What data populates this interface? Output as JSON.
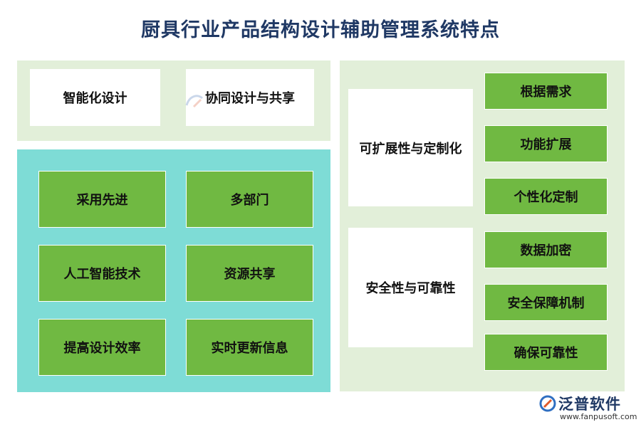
{
  "title": "厨具行业产品结构设计辅助管理系统特点",
  "top_left": {
    "items": [
      "智能化设计",
      "协同设计与共享"
    ]
  },
  "teal_grid": {
    "items": [
      "采用先进",
      "多部门",
      "人工智能技术",
      "资源共享",
      "提高设计效率",
      "实时更新信息"
    ]
  },
  "right": {
    "groups": [
      {
        "label": "可扩展性与定制化",
        "children": [
          "根据需求",
          "功能扩展",
          "个性化定制"
        ]
      },
      {
        "label": "安全性与可靠性",
        "children": [
          "数据加密",
          "安全保障机制",
          "确保可靠性"
        ]
      }
    ]
  },
  "logo": {
    "name": "泛普软件",
    "url": "www.fanpusoft.com"
  },
  "colors": {
    "title": "#1f3864",
    "panel_light": "#e2efd9",
    "panel_teal": "#7edcd6",
    "box_green": "#70b942"
  }
}
